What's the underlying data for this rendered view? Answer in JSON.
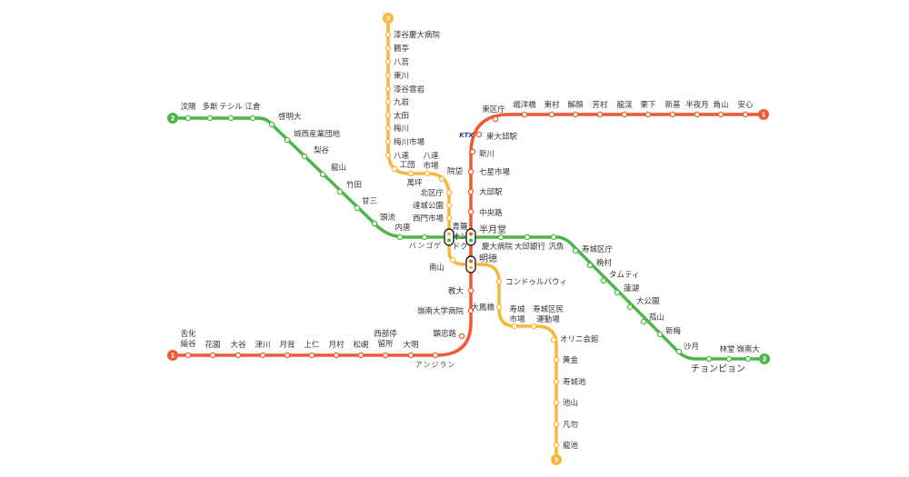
{
  "title": "Daegu Metro Route Map",
  "ktx_logo": "KTX",
  "colors": {
    "line1": "#ef5a34",
    "line2": "#4cb748",
    "line3": "#fbb53b",
    "transfer": "#222222"
  },
  "lines": [
    {
      "number": "1",
      "stations": [
        "舌化\n綸谷",
        "花園",
        "大谷",
        "津川",
        "月背",
        "上仁",
        "月村",
        "松峴",
        "西部停\n留所",
        "大明",
        "アンジラン",
        "顕忠路",
        "嶺南大学病院",
        "教大",
        "明徳",
        "半月堂",
        "中央路",
        "大邱駅",
        "七星市場",
        "新川",
        "東大邱駅",
        "東区庁",
        "峨洋橋",
        "東村",
        "解顔",
        "芳村",
        "龍渓",
        "栗下",
        "新基",
        "半夜月",
        "角山",
        "安心"
      ]
    },
    {
      "number": "2",
      "stations": [
        "汶陽",
        "多斯",
        "テシル",
        "江倉",
        "啓明大",
        "城西産業団地",
        "梨谷",
        "龍山",
        "竹田",
        "甘三",
        "頭流",
        "内唐",
        "バンゴゲ",
        "青羅\nオン\nドク",
        "半月堂",
        "慶大病院",
        "大邱銀行",
        "汎魚",
        "寿城区庁",
        "晩村",
        "タムティ",
        "蓮湖",
        "大公園",
        "孤山",
        "新梅",
        "沙月",
        "チョンピョン",
        "林堂",
        "嶺南大"
      ]
    },
    {
      "number": "3",
      "stations": [
        "漆谷慶大病院",
        "鶴亭",
        "八莒",
        "東川",
        "漆谷雲岩",
        "九岩",
        "太田",
        "梅川",
        "梅川市場",
        "八達",
        "工団",
        "萬坪",
        "八達\n市場",
        "院垈",
        "北区庁",
        "達城公園",
        "西門市場",
        "青羅",
        "南山",
        "明徳",
        "コンドゥルバウィ",
        "大鳳橋",
        "寿城\n市場",
        "寿城区民\n運動場",
        "オリニ会館",
        "黄金",
        "寿城池",
        "池山",
        "凡勿",
        "龍池"
      ]
    }
  ]
}
